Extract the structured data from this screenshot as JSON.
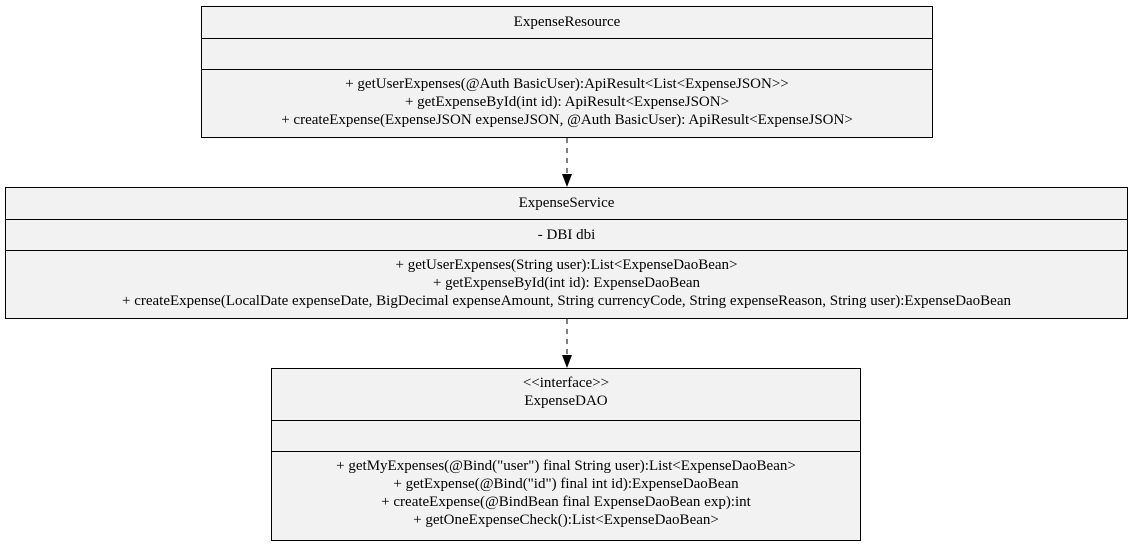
{
  "diagram": {
    "classes": [
      {
        "id": "expense-resource",
        "name": "ExpenseResource",
        "stereotype": "",
        "attributes": [],
        "methods": [
          "+ getUserExpenses(@Auth BasicUser):ApiResult<List<ExpenseJSON>>",
          "+ getExpenseById(int id): ApiResult<ExpenseJSON>",
          "+ createExpense(ExpenseJSON expenseJSON, @Auth BasicUser): ApiResult<ExpenseJSON>"
        ]
      },
      {
        "id": "expense-service",
        "name": "ExpenseService",
        "stereotype": "",
        "attributes": [
          "- DBI dbi"
        ],
        "methods": [
          "+ getUserExpenses(String user):List<ExpenseDaoBean>",
          "+ getExpenseById(int id): ExpenseDaoBean",
          "+ createExpense(LocalDate expenseDate, BigDecimal expenseAmount, String currencyCode, String expenseReason, String user):ExpenseDaoBean"
        ]
      },
      {
        "id": "expense-dao",
        "name": "ExpenseDAO",
        "stereotype": "<<interface>>",
        "attributes": [],
        "methods": [
          "+ getMyExpenses(@Bind(\"user\") final String user):List<ExpenseDaoBean>",
          "+ getExpense(@Bind(\"id\") final int id):ExpenseDaoBean",
          "+ createExpense(@BindBean final ExpenseDaoBean exp):int",
          "+ getOneExpenseCheck():List<ExpenseDaoBean>"
        ]
      }
    ],
    "edges": [
      {
        "from": "expense-resource",
        "to": "expense-service",
        "style": "dashed",
        "arrow": "filled"
      },
      {
        "from": "expense-service",
        "to": "expense-dao",
        "style": "dashed",
        "arrow": "filled"
      }
    ]
  }
}
